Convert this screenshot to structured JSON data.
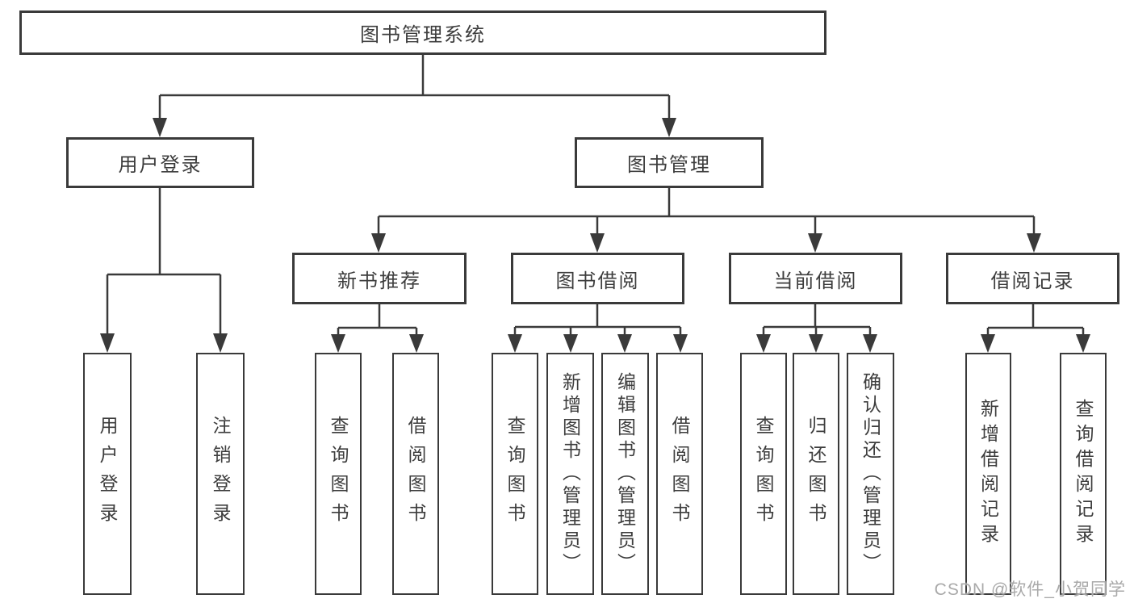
{
  "tree": {
    "root": "图书管理系统",
    "login": {
      "label": "用户登录",
      "children": [
        "用户登录",
        "注销登录"
      ]
    },
    "manage": {
      "label": "图书管理",
      "sections": [
        {
          "label": "新书推荐",
          "children": [
            "查询图书",
            "借阅图书"
          ]
        },
        {
          "label": "图书借阅",
          "children": [
            "查询图书",
            "新增图书（管理员）",
            "编辑图书（管理员）",
            "借阅图书"
          ]
        },
        {
          "label": "当前借阅",
          "children": [
            "查询图书",
            "归还图书",
            "确认归还（管理员）"
          ]
        },
        {
          "label": "借阅记录",
          "children": [
            "新增借阅记录",
            "查询借阅记录"
          ]
        }
      ]
    }
  },
  "watermark": "CSDN @软件_小贺同学",
  "colors": {
    "line": "#3a3a3a",
    "text": "#3d3d3d",
    "watermark": "#a9a9a9",
    "background": "#ffffff"
  }
}
